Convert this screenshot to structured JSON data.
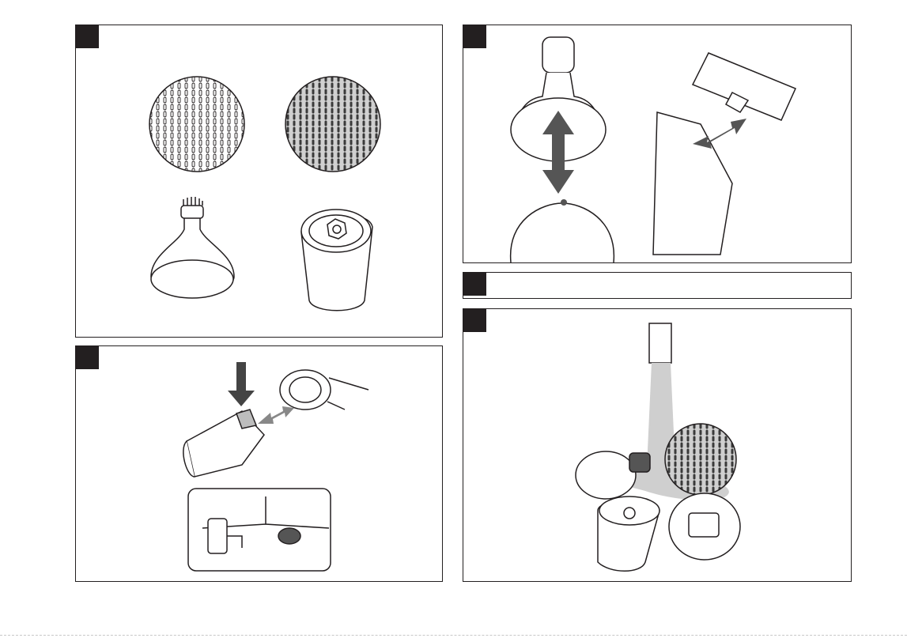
{
  "page": {
    "background": "#ffffff",
    "ink": "#231f20",
    "water": "#cfcfcf",
    "arrow_dark": "#555555",
    "arrow_light": "#8a8a8a"
  },
  "panels": [
    {
      "id": "attachments",
      "step_label": ""
    },
    {
      "id": "attach-head",
      "step_label": ""
    },
    {
      "id": "replace-head",
      "step_label": ""
    },
    {
      "id": "blank-step",
      "step_label": ""
    },
    {
      "id": "rinse",
      "step_label": ""
    }
  ]
}
